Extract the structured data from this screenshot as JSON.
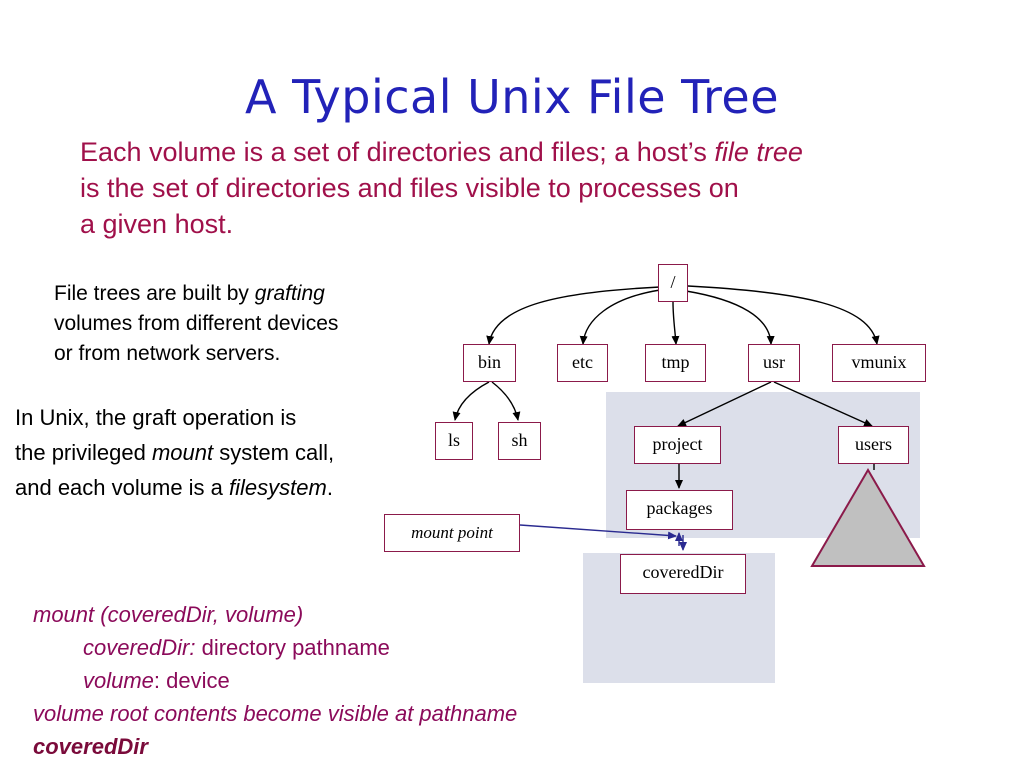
{
  "title": "A Typical Unix File Tree",
  "intro": {
    "line1_pre": "Each volume is a set of directories and files; a host’s ",
    "line1_em": "file tree",
    "line2": "is the set of directories and files visible to processes on",
    "line3": "a given host."
  },
  "left_para1": {
    "l1_pre": "File trees are built by ",
    "l1_em": "grafting",
    "l2": "volumes from different devices",
    "l3": "or from network servers."
  },
  "left_para2": {
    "l1": "In Unix, the graft operation is",
    "l2_pre": "the privileged ",
    "l2_em": "mount",
    "l2_post": " system call,",
    "l3_pre": "and each volume is a ",
    "l3_em": "filesystem",
    "l3_post": "."
  },
  "tree": {
    "root": "/",
    "bin": "bin",
    "etc": "etc",
    "tmp": "tmp",
    "usr": "usr",
    "vmunix": "vmunix",
    "ls": "ls",
    "sh": "sh",
    "project": "project",
    "users": "users",
    "packages": "packages",
    "coveredDir": "coveredDir"
  },
  "mount_point_label": "mount point",
  "code": {
    "line1": "mount (coveredDir, volume)",
    "line2_em": "coveredDir:",
    "line2_rest": " directory pathname",
    "line3_em": "volume",
    "line3_rest": ": device",
    "line4": "volume root contents become visible at pathname",
    "line5": "coveredDir"
  },
  "colors": {
    "title": "#2222b8",
    "intro": "#a0104a",
    "box_border": "#8b1a4a",
    "shade": "#dcdfea",
    "triangle_fill": "#c0c0c0",
    "arrow": "#2a2a90"
  }
}
